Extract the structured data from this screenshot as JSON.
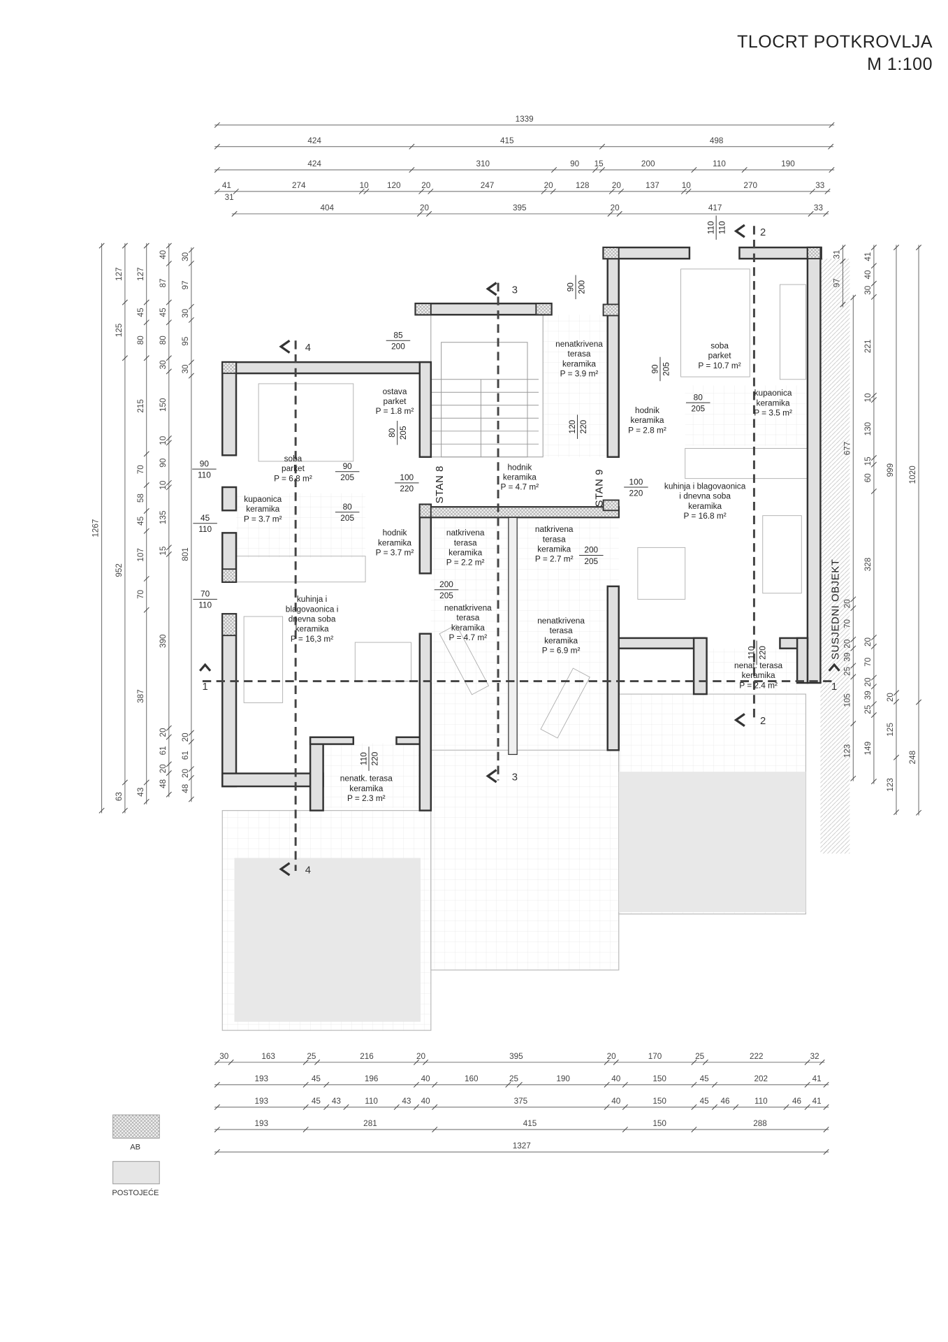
{
  "title": {
    "line1": "TLOCRT POTKROVLJA",
    "line2": "M 1:100"
  },
  "dims": {
    "top": [
      [
        1339
      ],
      [
        424,
        415,
        498
      ],
      [
        424,
        310,
        90,
        15,
        200,
        110,
        190
      ],
      [
        41,
        274,
        10,
        120,
        20,
        247,
        20,
        128,
        20,
        137,
        10,
        270,
        33
      ],
      [
        404,
        20,
        395,
        20,
        417,
        33
      ]
    ],
    "top_extra": "31",
    "bottom": [
      [
        30,
        163,
        25,
        216,
        20,
        395,
        20,
        170,
        25,
        222,
        32
      ],
      [
        193,
        45,
        196,
        40,
        160,
        25,
        190,
        40,
        150,
        45,
        202,
        41
      ],
      [
        193,
        45,
        43,
        110,
        43,
        40,
        375,
        40,
        150,
        45,
        46,
        110,
        46,
        41
      ],
      [
        193,
        281,
        415,
        150,
        288
      ],
      [
        1327
      ]
    ],
    "left": [
      [
        1267
      ],
      [
        127,
        125,
        952,
        63
      ],
      [
        127,
        45,
        80,
        215,
        70,
        58,
        45,
        107,
        70,
        387,
        43
      ],
      [
        40,
        87,
        45,
        80,
        30,
        150,
        10,
        90,
        10,
        135,
        15,
        390,
        20,
        61,
        20,
        48
      ],
      [
        30,
        97,
        30,
        95,
        30,
        801,
        20,
        61,
        20,
        48
      ]
    ],
    "right": [
      [
        31,
        97
      ],
      [
        677,
        20,
        70,
        20,
        39,
        25,
        105,
        123
      ],
      [
        41,
        40,
        30,
        221,
        10,
        130,
        15,
        60,
        328,
        20,
        70,
        20,
        39,
        25,
        149
      ],
      [
        999,
        20,
        125,
        123
      ],
      [
        1020,
        248
      ]
    ]
  },
  "rooms": [
    {
      "lines": [
        "ostava",
        "parket",
        "P = 1.8 m²"
      ]
    },
    {
      "lines": [
        "soba",
        "parket",
        "P = 6.8 m²"
      ]
    },
    {
      "lines": [
        "kupaonica",
        "keramika",
        "P = 3.7 m²"
      ]
    },
    {
      "lines": [
        "hodnik",
        "keramika",
        "P = 3.7 m²"
      ]
    },
    {
      "lines": [
        "kuhinja i",
        "blagovaonica i",
        "dnevna soba",
        "keramika",
        "P = 16,3 m²"
      ]
    },
    {
      "lines": [
        "nenatkrivena",
        "terasa",
        "keramika",
        "P = 3.9 m²"
      ]
    },
    {
      "lines": [
        "hodnik",
        "keramika",
        "P = 4.7 m²"
      ]
    },
    {
      "lines": [
        "natkrivena",
        "terasa",
        "keramika",
        "P = 2.2 m²"
      ]
    },
    {
      "lines": [
        "natkrivena",
        "terasa",
        "keramika",
        "P = 2.7 m²"
      ]
    },
    {
      "lines": [
        "nenatkrivena",
        "terasa",
        "keramika",
        "P = 4.7 m²"
      ]
    },
    {
      "lines": [
        "nenatkrivena",
        "terasa",
        "keramika",
        "P = 6.9 m²"
      ]
    },
    {
      "lines": [
        "nenatk. terasa",
        "keramika",
        "P = 2.3 m²"
      ]
    },
    {
      "lines": [
        "soba",
        "parket",
        "P = 10.7 m²"
      ]
    },
    {
      "lines": [
        "hodnik",
        "keramika",
        "P = 2.8 m²"
      ]
    },
    {
      "lines": [
        "kupaonica",
        "keramika",
        "P = 3.5 m²"
      ]
    },
    {
      "lines": [
        "kuhinja i blagovaonica",
        "i dnevna soba",
        "keramika",
        "P = 16.8 m²"
      ]
    },
    {
      "lines": [
        "nenat. terasa",
        "keramika",
        "P = 2.4 m²"
      ]
    }
  ],
  "openings": [
    {
      "w": "85",
      "h": "200"
    },
    {
      "w": "90",
      "h": "110"
    },
    {
      "w": "45",
      "h": "110"
    },
    {
      "w": "70",
      "h": "110"
    },
    {
      "w": "90",
      "h": "205"
    },
    {
      "w": "80",
      "h": "205"
    },
    {
      "w": "100",
      "h": "220"
    },
    {
      "w": "80",
      "h": "205"
    },
    {
      "w": "200",
      "h": "205"
    },
    {
      "w": "120",
      "h": "220"
    },
    {
      "w": "90",
      "h": "200"
    },
    {
      "w": "100",
      "h": "220"
    },
    {
      "w": "90",
      "h": "205"
    },
    {
      "w": "80",
      "h": "205"
    },
    {
      "w": "200",
      "h": "205"
    },
    {
      "w": "110",
      "h": "220"
    },
    {
      "w": "110",
      "h": "220"
    },
    {
      "w": "110",
      "h": "110"
    }
  ],
  "units": [
    "STAN 8",
    "STAN 9"
  ],
  "sections": [
    "1",
    "1",
    "2",
    "2",
    "3",
    "3",
    "4",
    "4"
  ],
  "neighbor_label": "SUSJEDNI OBJEKT",
  "legend": [
    {
      "label": "AB",
      "swatch": "crosshatch"
    },
    {
      "label": "POSTOJEĆE",
      "fill": "#e6e6e6"
    }
  ],
  "colors": {
    "wall": "#e0e0e0",
    "wall_stroke": "#333333",
    "existing": "#e6e6e6",
    "lines": "#555555"
  }
}
